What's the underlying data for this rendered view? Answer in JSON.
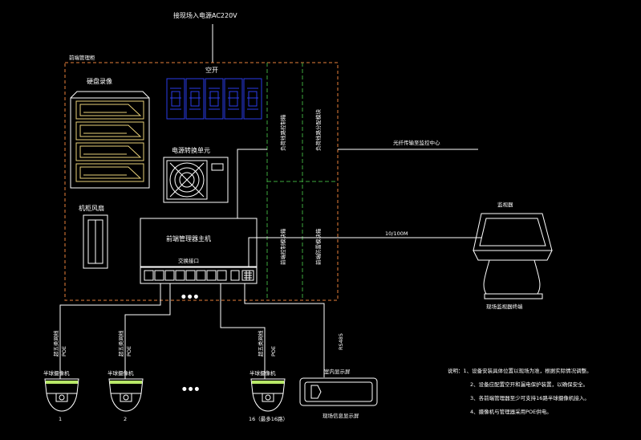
{
  "power": {
    "label": "接现场入电源AC220V"
  },
  "cabinet": {
    "label": "前端管理柜",
    "hdd_label": "硬盘录像",
    "breaker_label": "空开",
    "psu_label": "电源转换单元",
    "fan_label": "机柜风扇",
    "nvr_label": "前端管理器主机",
    "switch_label": "交换接口",
    "col1_top": "负荷线路控制箱",
    "col1_bottom": "前端控制模块箱",
    "col2_top": "负荷线路分配模块",
    "col2_bottom": "前端防雷模块箱"
  },
  "links": {
    "to_center": "光纤传输至监控中心",
    "lan": "10/100M",
    "poe1": "POE",
    "poe2": "POE",
    "poe3": "POE",
    "rs485": "RS485",
    "cable1": "超五类网线",
    "cable2": "超五类网线",
    "cable3": "超五类网线"
  },
  "monitor": {
    "top_label": "监视器",
    "bottom_label": "现场监视器终端"
  },
  "cameras": [
    {
      "label": "半球摄像机",
      "num": "1"
    },
    {
      "label": "半球摄像机",
      "num": "2"
    },
    {
      "label": "半球摄像机",
      "num": "16（最多16路）"
    }
  ],
  "ellipsis": "● ● ●",
  "display": {
    "top_label": "室内显示屏",
    "bottom_label": "现场信息显示屏"
  },
  "notes": [
    "说明：1、设备安装具体位置以现场为准，根据实际情况调整。",
    "2、设备应配置空开和漏电保护装置，以确保安全。",
    "3、各前端管理器至少可支持16路半球摄像机接入。",
    "4、摄像机与管理器采用POE供电。"
  ],
  "colors": {
    "background": "#000000",
    "cabinet_border": "#e8803a",
    "column_divider": "#3ea83e",
    "breaker": "#2a3ce8",
    "hdd_accent": "#e8d078",
    "dome_accent": "#b8e868",
    "line": "#ffffff"
  }
}
